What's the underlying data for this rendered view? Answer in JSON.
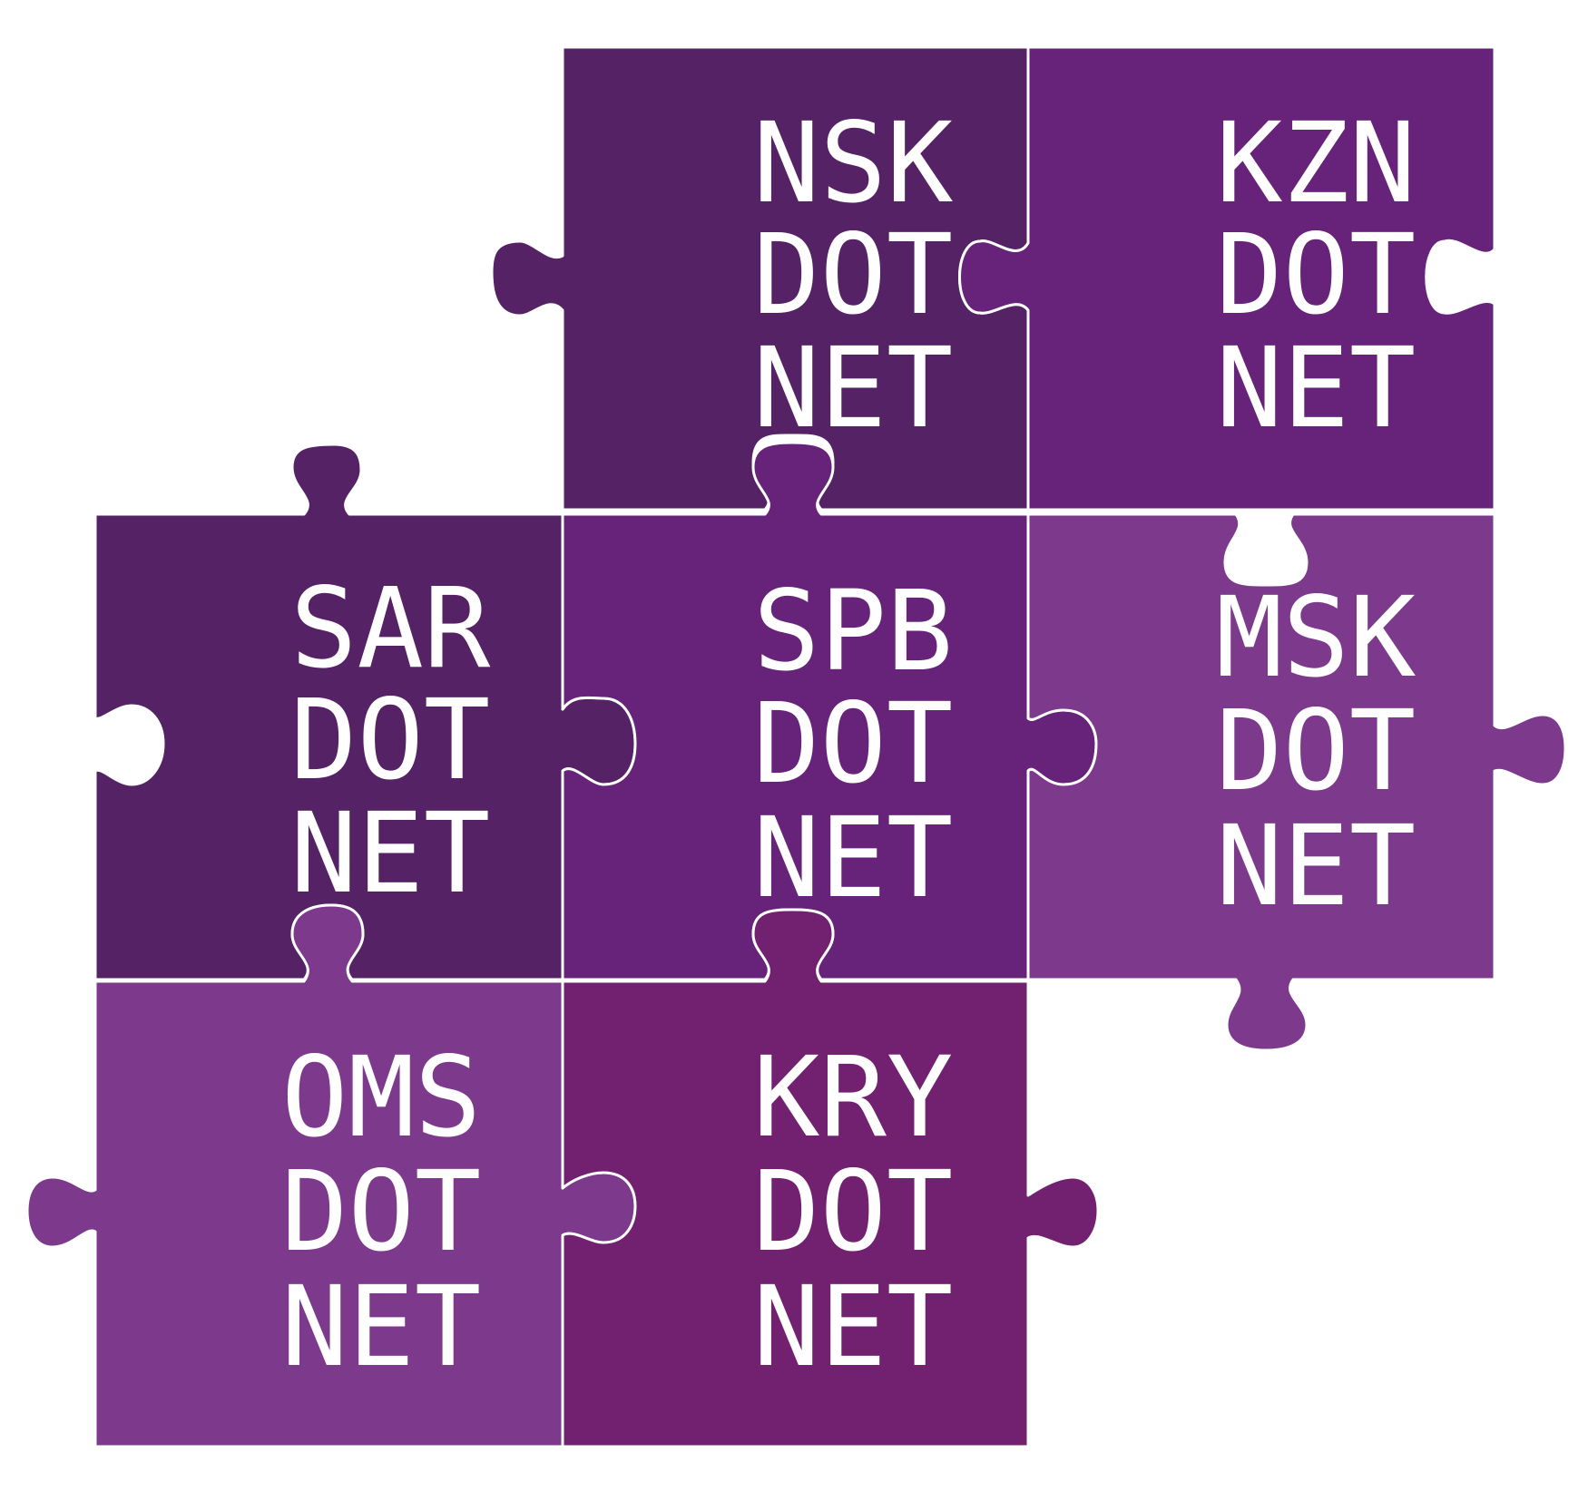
{
  "pieces": [
    {
      "id": "nsk",
      "color": "#542265",
      "lines": [
        "NSK",
        "DOT",
        "NET"
      ]
    },
    {
      "id": "kzn",
      "color": "#662379",
      "lines": [
        "KZN",
        "DOT",
        "NET"
      ]
    },
    {
      "id": "sar",
      "color": "#542265",
      "lines": [
        "SAR",
        "DOT",
        "NET"
      ]
    },
    {
      "id": "spb",
      "color": "#662379",
      "lines": [
        "SPB",
        "DOT",
        "NET"
      ]
    },
    {
      "id": "msk",
      "color": "#7d3a8c",
      "lines": [
        "MSK",
        "DOT",
        "NET"
      ]
    },
    {
      "id": "oms",
      "color": "#7d3a8c",
      "lines": [
        "OMS",
        "DOT",
        "NET"
      ]
    },
    {
      "id": "kry",
      "color": "#722170",
      "lines": [
        "KRY",
        "DOT",
        "NET"
      ]
    }
  ]
}
